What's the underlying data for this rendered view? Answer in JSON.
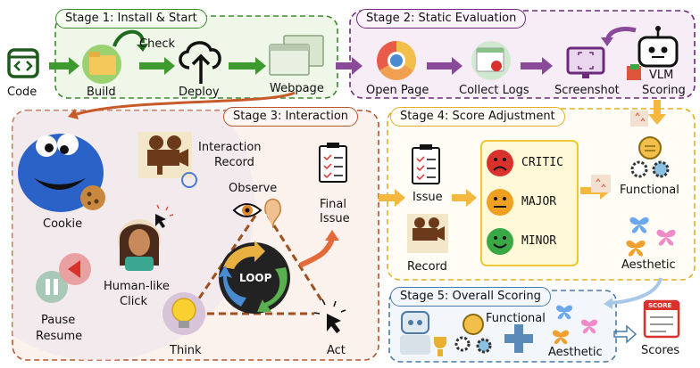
{
  "stages": {
    "s1": {
      "title": "Stage 1: Install & Start",
      "code": "Code",
      "check": "Check",
      "build": "Build",
      "deploy": "Deploy",
      "webpage": "Webpage"
    },
    "s2": {
      "title": "Stage 2: Static Evaluation",
      "open_page": "Open Page",
      "collect_logs": "Collect Logs",
      "screenshot": "Screenshot",
      "vlm": "VLM",
      "scoring": "Scoring"
    },
    "s3": {
      "title": "Stage 3: Interaction",
      "cookie": "Cookie",
      "interaction": "Interaction",
      "record": "Record",
      "observe": "Observe",
      "final": "Final",
      "issue": "Issue",
      "human_like": "Human-like",
      "click": "Click",
      "pause": "Pause",
      "resume": "Resume",
      "loop": "LOOP",
      "think": "Think",
      "act": "Act"
    },
    "s4": {
      "title": "Stage 4: Score Adjustment",
      "issue": "Issue",
      "record": "Record",
      "critic": "CRITIC",
      "major": "MAJOR",
      "minor": "MINOR",
      "functional": "Functional",
      "aesthetic": "Aesthetic"
    },
    "s5": {
      "title": "Stage 5: Overall Scoring",
      "functional": "Functional",
      "aesthetic": "Aesthetic",
      "scores": "Scores",
      "score_badge": "SCORE"
    }
  },
  "colors": {
    "stage1": "#3d8b2f",
    "stage2": "#6b2a7a",
    "stage3": "#b7542a",
    "stage4": "#e0b020",
    "stage5": "#4a7aa8",
    "arrow_green": "#3c9a2e",
    "arrow_purple": "#8a4a9a",
    "arrow_orange": "#f4b740",
    "arrow_blue": "#a9c8e8",
    "critic": "#d9312b",
    "major": "#f0a020",
    "minor": "#3aa845"
  },
  "icons": [
    "code-icon",
    "folder-icon",
    "cloud-upload-icon",
    "browser-window-icon",
    "chrome-icon",
    "bug-log-icon",
    "screenshot-monitor-icon",
    "robot-icon",
    "cookie-monster-icon",
    "video-camera-icon",
    "person-icon",
    "pause-icon",
    "rewind-icon",
    "eye-icon",
    "ear-icon",
    "checklist-icon",
    "loop-arrows-icon",
    "lightbulb-icon",
    "cursor-icon",
    "sad-face-icon",
    "neutral-face-icon",
    "happy-face-icon",
    "gear-brain-icon",
    "butterfly-icon",
    "trophy-icon",
    "plus-icon",
    "scoreboard-icon"
  ]
}
